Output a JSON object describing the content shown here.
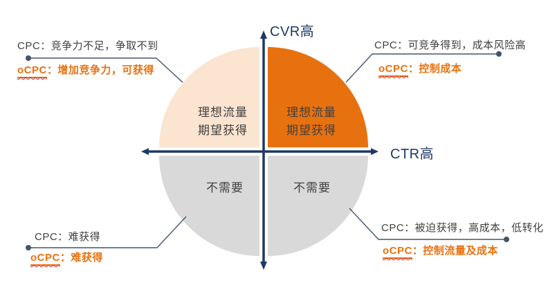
{
  "colors": {
    "orange": "#E8710F",
    "peach": "#FBE5D0",
    "gray": "#D9D9D9",
    "axis": "#1F3864",
    "connector": "#44546A",
    "dark_text": "#404040",
    "wavy_red": "#E02020"
  },
  "axes": {
    "y_label": "CVR高",
    "x_label": "CTR高"
  },
  "quadrants": {
    "top_left": {
      "line1": "理想流量",
      "line2": "期望获得"
    },
    "top_right": {
      "line1": "理想流量",
      "line2": "期望获得"
    },
    "bottom_left": {
      "label": "不需要"
    },
    "bottom_right": {
      "label": "不需要"
    }
  },
  "annotations": {
    "top_left": {
      "cpc": "CPC：竞争力不足，争取不到",
      "ocpc_word": "oCPC",
      "ocpc_rest": "：增加竞争力，可获得"
    },
    "top_right": {
      "cpc": "CPC：可竞争得到，成本风险高",
      "ocpc_word": "oCPC",
      "ocpc_rest": "：控制成本"
    },
    "bottom_left": {
      "cpc": "CPC：难获得",
      "ocpc_word": "oCPC",
      "ocpc_rest": "：难获得"
    },
    "bottom_right": {
      "cpc": "CPC：被迫获得，高成本，低转化",
      "ocpc_word": "oCPC",
      "ocpc_rest": "：控制流量及成本"
    }
  }
}
